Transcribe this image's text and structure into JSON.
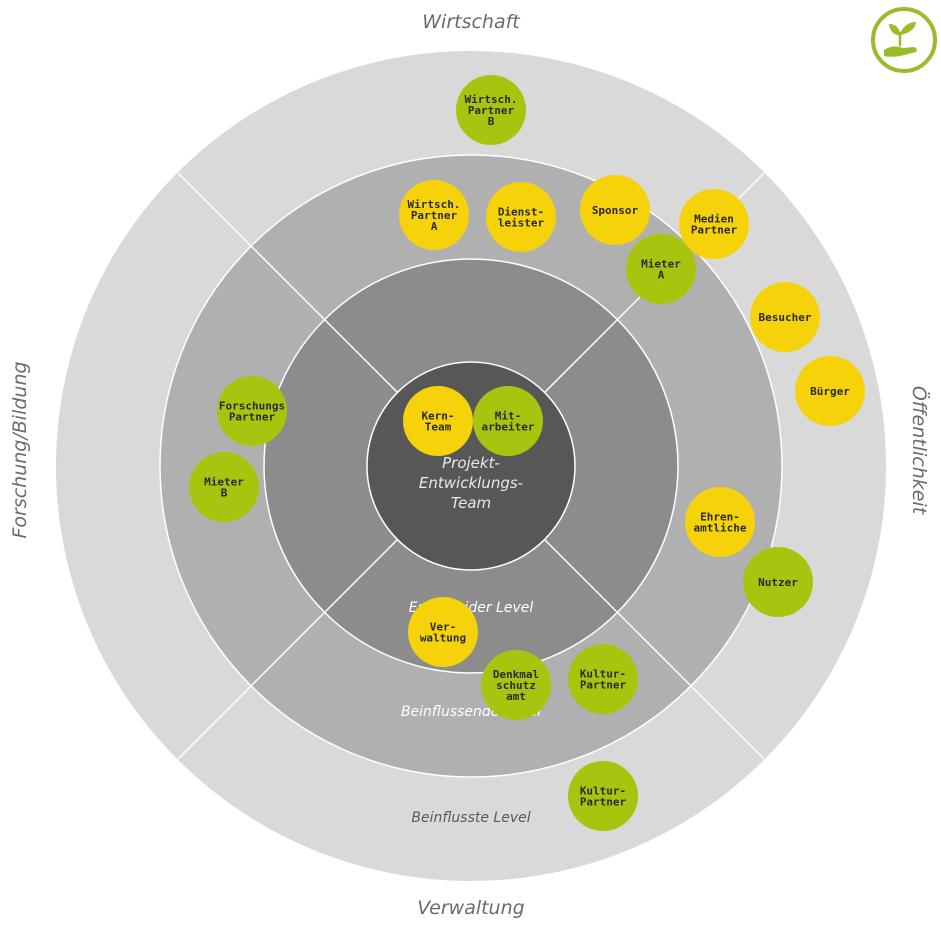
{
  "sectors": {
    "top": "Wirtschaft",
    "right": "Öffentlichkeit",
    "bottom": "Verwaltung",
    "left": "Forschung/Bildung"
  },
  "rings": {
    "outer": "Beinflusste Level",
    "middle": "Beinflussende Level",
    "inner": "Entscheider Level",
    "center": [
      "Projekt-",
      "Entwicklungs-",
      "Team"
    ]
  },
  "colors": {
    "yellow": "#f5d20a",
    "green": "#a9c40f",
    "ring_outer": "#d9d9d9",
    "ring_mid": "#b0b0b0",
    "ring_inner": "#8c8c8c",
    "center": "#575757",
    "icon": "#9bbb2a"
  },
  "icon": "plant-in-hand-icon",
  "stakeholders": [
    {
      "id": "wirtsch-partner-b",
      "lines": [
        "Wirtsch.",
        "Partner",
        "B"
      ],
      "color": "green"
    },
    {
      "id": "wirtsch-partner-a",
      "lines": [
        "Wirtsch.",
        "Partner",
        "A"
      ],
      "color": "yellow"
    },
    {
      "id": "dienstleister",
      "lines": [
        "Dienst-",
        "leister"
      ],
      "color": "yellow"
    },
    {
      "id": "sponsor",
      "lines": [
        "Sponsor"
      ],
      "color": "yellow"
    },
    {
      "id": "medien-partner",
      "lines": [
        "Medien",
        "Partner"
      ],
      "color": "yellow"
    },
    {
      "id": "mieter-a",
      "lines": [
        "Mieter",
        "A"
      ],
      "color": "green"
    },
    {
      "id": "besucher",
      "lines": [
        "Besucher"
      ],
      "color": "yellow"
    },
    {
      "id": "buerger",
      "lines": [
        "Bürger"
      ],
      "color": "yellow"
    },
    {
      "id": "forschungs-partner",
      "lines": [
        "Forschungs",
        "Partner"
      ],
      "color": "green"
    },
    {
      "id": "mieter-b",
      "lines": [
        "Mieter",
        "B"
      ],
      "color": "green"
    },
    {
      "id": "kern-team",
      "lines": [
        "Kern-",
        "Team"
      ],
      "color": "yellow"
    },
    {
      "id": "mitarbeiter",
      "lines": [
        "Mit-",
        "arbeiter"
      ],
      "color": "green"
    },
    {
      "id": "ehrenamtliche",
      "lines": [
        "Ehren-",
        "amtliche"
      ],
      "color": "yellow"
    },
    {
      "id": "nutzer",
      "lines": [
        "Nutzer"
      ],
      "color": "green"
    },
    {
      "id": "verwaltung",
      "lines": [
        "Ver-",
        "waltung"
      ],
      "color": "yellow"
    },
    {
      "id": "denkmalschutzamt",
      "lines": [
        "Denkmal",
        "schutz",
        "amt"
      ],
      "color": "green"
    },
    {
      "id": "kultur-partner-inner",
      "lines": [
        "Kultur-",
        "Partner"
      ],
      "color": "green"
    },
    {
      "id": "kultur-partner-outer",
      "lines": [
        "Kultur-",
        "Partner"
      ],
      "color": "green"
    }
  ]
}
